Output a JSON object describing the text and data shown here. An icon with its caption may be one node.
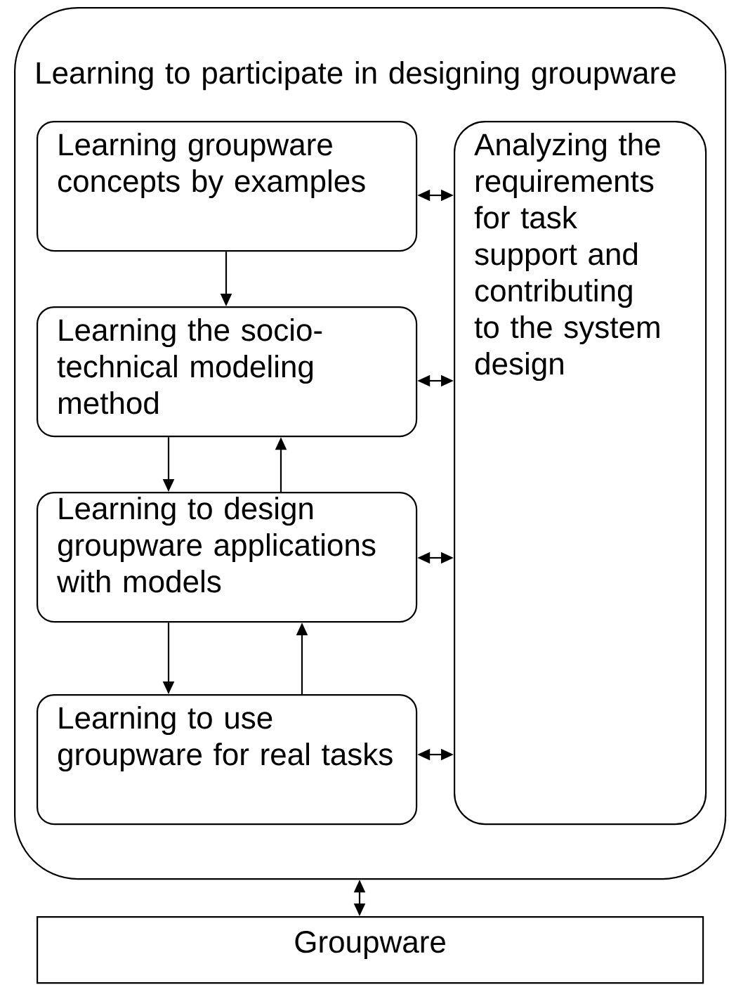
{
  "diagram": {
    "nodes": [
      {
        "text": [
          "Learning to participate in designing groupware"
        ]
      },
      {
        "text": [
          "Learning groupware concepts by examples"
        ],
        "in": 0
      },
      {
        "text": [
          "Learning the socio-technical modeling method"
        ],
        "in": 0
      },
      {
        "text": [
          "Learning to design groupware applications with models"
        ],
        "in": 0
      },
      {
        "text": [
          "Learning to use groupware for real tasks"
        ],
        "in": 0
      },
      {
        "text": [
          "Analyzing the requirements for task support and contributing to the system design"
        ],
        "in": 0
      },
      {
        "text": [
          "Groupware"
        ]
      }
    ],
    "edges": [
      {
        "from": 1,
        "to": 2,
        "arrow": "to"
      },
      {
        "from": 1,
        "to": 5,
        "arrow": "both"
      },
      {
        "from": 2,
        "to": 5,
        "arrow": "both"
      },
      {
        "from": 2,
        "to": 3,
        "arrow": "to"
      },
      {
        "from": 3,
        "to": 2,
        "arrow": "to"
      },
      {
        "from": 3,
        "to": 5,
        "arrow": "both"
      },
      {
        "from": 3,
        "to": 4,
        "arrow": "to"
      },
      {
        "from": 4,
        "to": 3,
        "arrow": "to"
      },
      {
        "from": 4,
        "to": 5,
        "arrow": "both"
      },
      {
        "from": 0,
        "to": 6,
        "arrow": "both"
      }
    ]
  }
}
